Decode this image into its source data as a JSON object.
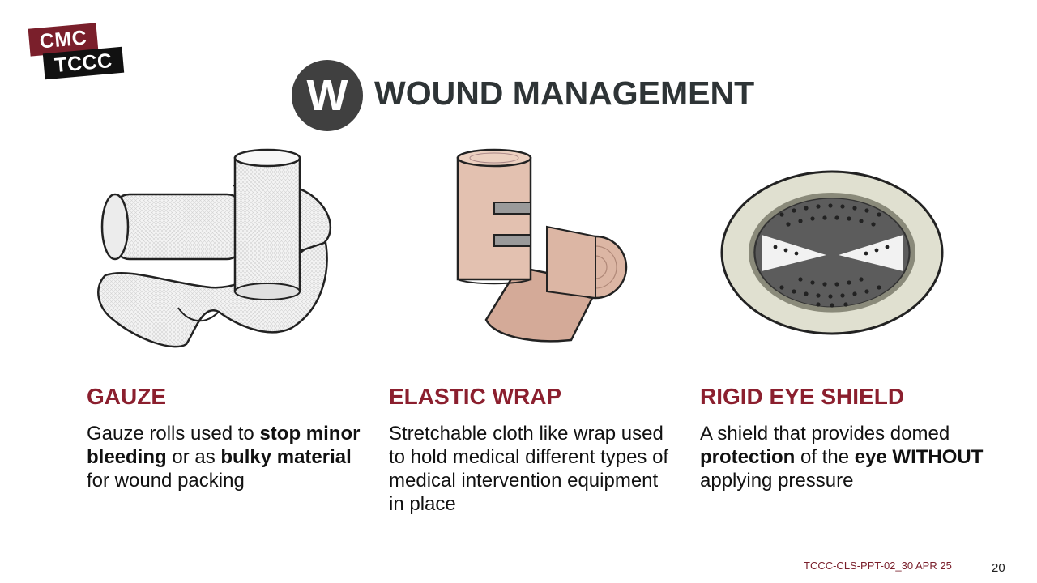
{
  "logo": {
    "line1": "CMC",
    "line2": "TCCC"
  },
  "header": {
    "badge_letter": "W",
    "title": "WOUND MANAGEMENT"
  },
  "items": [
    {
      "illustration": "gauze-roll-illustration",
      "heading": "GAUZE",
      "desc": [
        {
          "t": "Gauze rolls used to "
        },
        {
          "t": "stop minor bleeding",
          "b": true
        },
        {
          "t": " or as "
        },
        {
          "t": "bulky material",
          "b": true
        },
        {
          "t": " for wound packing"
        }
      ]
    },
    {
      "illustration": "elastic-wrap-illustration",
      "heading": "ELASTIC WRAP",
      "desc": [
        {
          "t": "Stretchable cloth like wrap used to hold medical different types of medical intervention equipment in place"
        }
      ]
    },
    {
      "illustration": "eye-shield-illustration",
      "heading": "RIGID EYE SHIELD",
      "desc": [
        {
          "t": "A shield that provides domed "
        },
        {
          "t": "protection",
          "b": true
        },
        {
          "t": " of the "
        },
        {
          "t": "eye WITHOUT",
          "b": true
        },
        {
          "t": " applying pressure"
        }
      ]
    }
  ],
  "footer": {
    "doc_id": "TCCC-CLS-PPT-02_30 APR 25",
    "page": "20"
  },
  "colors": {
    "accent": "#8b1f2e",
    "logo_red": "#7a1f2b",
    "badge": "#404040",
    "title": "#2e3436"
  }
}
